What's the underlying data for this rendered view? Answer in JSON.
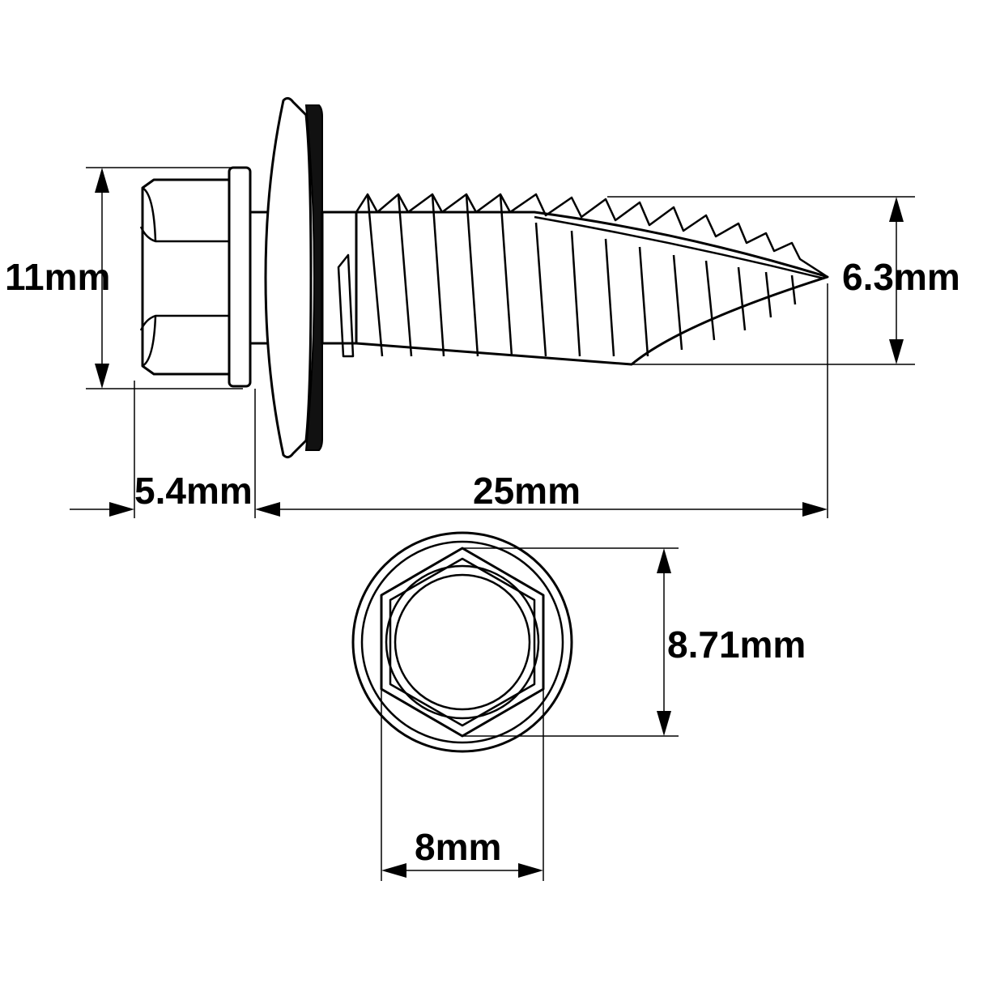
{
  "dimensions": {
    "head_height": "11mm",
    "thread_diameter": "6.3mm",
    "head_length": "5.4mm",
    "shank_length": "25mm",
    "hex_across_corners": "8.71mm",
    "hex_across_flats": "8mm"
  },
  "colors": {
    "line": "#000000",
    "background": "#ffffff"
  }
}
